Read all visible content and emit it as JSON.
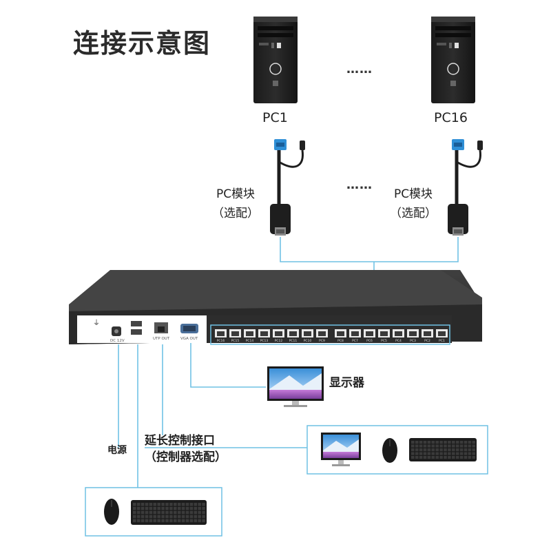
{
  "title": "连接示意图",
  "pcs": [
    {
      "label": "PC1"
    },
    {
      "label": "PC16"
    }
  ],
  "modules": [
    {
      "line1": "PC模块",
      "line2": "（选配）"
    },
    {
      "line1": "PC模块",
      "line2": "（选配）"
    }
  ],
  "ellipsis": "……",
  "monitor_label": "显示器",
  "power_label": "电源",
  "extension": {
    "line1": "延长控制接口",
    "line2": "（控制器选配）"
  },
  "ports": {
    "power": "DC 12V",
    "utp": "UTP OUT",
    "vga": "VGA OUT",
    "rj45": [
      "PC16",
      "PC15",
      "PC14",
      "PC13",
      "PC12",
      "PC11",
      "PC10",
      "PC9",
      "PC8",
      "PC7",
      "PC6",
      "PC5",
      "PC4",
      "PC3",
      "PC2",
      "PC1"
    ]
  },
  "colors": {
    "line": "#6fc1e4",
    "chassis": "#2e2e2e",
    "chassis_top": "#3a3a3a",
    "panel": "#ffffff",
    "port": "#505050"
  }
}
